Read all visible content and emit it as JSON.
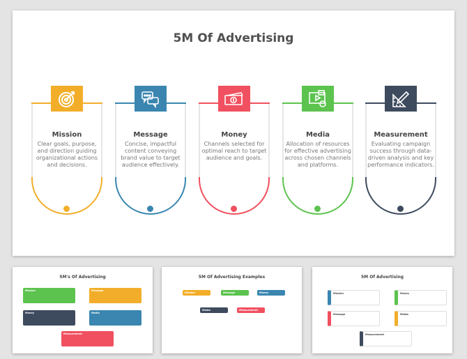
{
  "main_slide": {
    "title": "5M Of Advertising",
    "cards": [
      {
        "title": "Mission",
        "text": "Clear goals, purpose, and direction guiding organizational actions and decisions.",
        "icon": "target-icon",
        "color": "#F2AE2A"
      },
      {
        "title": "Message",
        "text": "Concise, impactful content conveying brand value to target audience effectively.",
        "icon": "chat-bubbles-icon",
        "color": "#3A86B0"
      },
      {
        "title": "Money",
        "text": "Channels selected for optimal reach to target audience and goals.",
        "icon": "money-icon",
        "color": "#F0505F"
      },
      {
        "title": "Media",
        "text": "Allocation of resources for effective advertising across chosen channels and platforms.",
        "icon": "media-icon",
        "color": "#5CC34E"
      },
      {
        "title": "Measurement",
        "text": "Evaluating campaign success through data-driven analysis and key performance indicators.",
        "icon": "ruler-pencil-icon",
        "color": "#3E4B5E"
      }
    ]
  },
  "thumbnails": [
    {
      "title": "5M's Of Advertising",
      "items": [
        "Mission",
        "Message",
        "Money",
        "Media",
        "Measurement"
      ]
    },
    {
      "title": "5M Of Advertising Examples",
      "items": [
        "Mission",
        "Message",
        "Money",
        "Media",
        "Measurement"
      ]
    },
    {
      "title": "5M Of Advertising",
      "items": [
        "Mission",
        "Money",
        "Message",
        "Media",
        "Measurement"
      ]
    }
  ]
}
